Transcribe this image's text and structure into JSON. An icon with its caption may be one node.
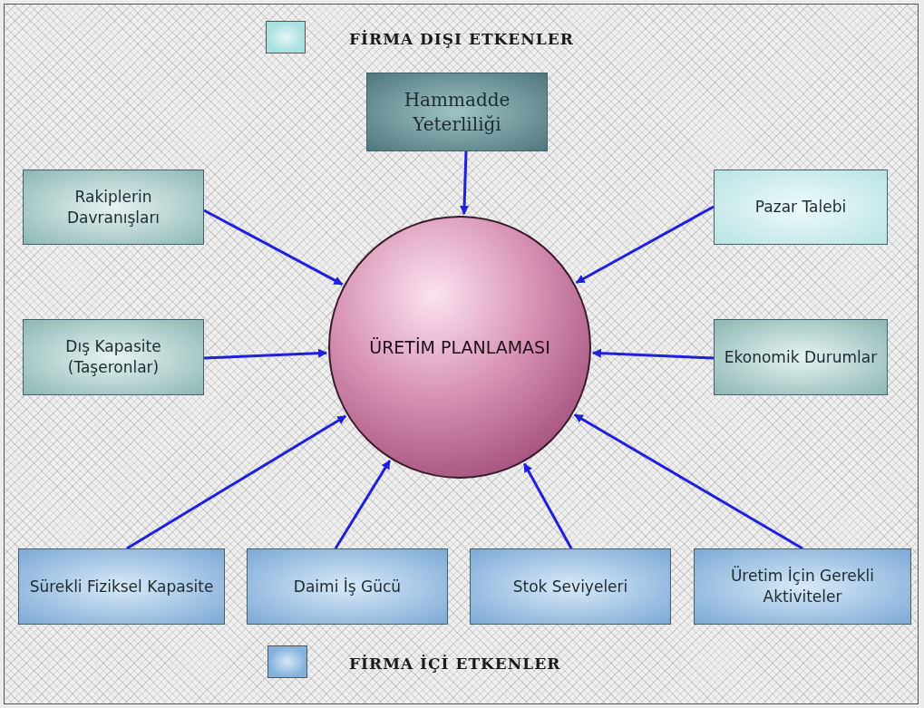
{
  "diagram": {
    "nodes": [
      {
        "text": [
          "Hammadde Yeterliliği"
        ]
      },
      {
        "text": [
          "Rakiplerin Davranışları"
        ]
      },
      {
        "text": [
          "Pazar Talebi"
        ]
      },
      {
        "text": [
          "ÜRETİM PLANLAMASI"
        ]
      },
      {
        "text": [
          "Dış Kapasite (Taşeronlar)"
        ]
      },
      {
        "text": [
          "Ekonomik Durumlar"
        ]
      },
      {
        "text": [
          "Sürekli Fiziksel Kapasite"
        ]
      },
      {
        "text": [
          "Daimi İş Gücü"
        ]
      },
      {
        "text": [
          "Stok Seviyeleri"
        ]
      },
      {
        "text": [
          "Üretim İçin Gerekli Aktiviteler"
        ]
      }
    ],
    "edges": [
      {
        "from": 0,
        "to": 3,
        "arrow": "to"
      },
      {
        "from": 1,
        "to": 3,
        "arrow": "to"
      },
      {
        "from": 2,
        "to": 3,
        "arrow": "to"
      },
      {
        "from": 4,
        "to": 3,
        "arrow": "to"
      },
      {
        "from": 5,
        "to": 3,
        "arrow": "to"
      },
      {
        "from": 6,
        "to": 3,
        "arrow": "to"
      },
      {
        "from": 7,
        "to": 3,
        "arrow": "to"
      },
      {
        "from": 8,
        "to": 3,
        "arrow": "to"
      },
      {
        "from": 9,
        "to": 3,
        "arrow": "to"
      }
    ],
    "legend": [
      {
        "text": "FİRMA DIŞI ETKENLER",
        "color": "#a8e0e0"
      },
      {
        "text": "FİRMA İÇİ ETKENLER",
        "color": "#7fb2dc"
      }
    ]
  }
}
